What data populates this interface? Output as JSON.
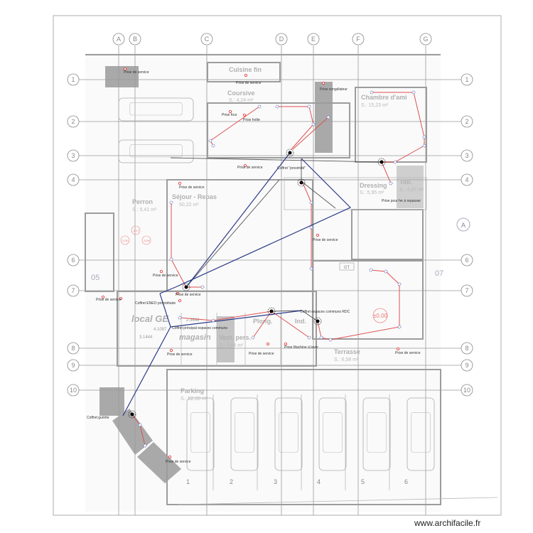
{
  "axes": {
    "columns": [
      "A",
      "B",
      "C",
      "D",
      "E",
      "F",
      "G"
    ],
    "rows": [
      "1",
      "2",
      "3",
      "4",
      "6",
      "7",
      "8",
      "9",
      "10"
    ],
    "side_markers": [
      "05",
      "07"
    ],
    "section_marker": "A"
  },
  "rooms": [
    {
      "name": "Cuisine fin",
      "area": ""
    },
    {
      "name": "Coursive",
      "area": "S.: 4,24 m²"
    },
    {
      "name": "Chambre d'ami",
      "area": "S.: 15,23 m²"
    },
    {
      "name": "Séjour - Repas",
      "area": "50,22 m²"
    },
    {
      "name": "Perron",
      "area": "S.: 9,41 m²"
    },
    {
      "name": "Dressing",
      "area": "S.: 5,95 m²"
    },
    {
      "name": "Toil.",
      "area": "S.: 4,07 m²"
    },
    {
      "name": "local GE",
      "area": ""
    },
    {
      "name": "magasin",
      "area": ""
    },
    {
      "name": "Vest. pers.",
      "area": "S.: 4,64 m²"
    },
    {
      "name": "Plong.",
      "area": ""
    },
    {
      "name": "Ind.",
      "area": ""
    },
    {
      "name": "Terrasse",
      "area": "S.: 6,58 m²"
    },
    {
      "name": "Parking",
      "area": "S.: 52,00 m²"
    }
  ],
  "levels": [
    "±0.00",
    "-0.30",
    "-0.17",
    "-0.08"
  ],
  "dimensions": [
    "4.1097",
    "3.1444",
    "2.3648"
  ],
  "parking_spots": [
    "1",
    "2",
    "3",
    "4",
    "5",
    "6"
  ],
  "equipment_tag": "GT",
  "annotations": {
    "prise_service": "Prise de service",
    "prise_four": "Prise four",
    "prise_hotte": "Prise hotte",
    "prise_congelateur": "Prise congélateur",
    "coffret_proximite": "Coffret \"proximité\"",
    "prise_fer": "Prise pour fer à repasser",
    "coffret_eneo": "Coffret ENEO propriétaire",
    "coffret_principal": "Coffret principal espaces communs",
    "coffret_rdc": "Coffret espaces communs RDC",
    "prise_machine": "Prise Machine à laver",
    "coffret_guerite": "Coffret guérite"
  },
  "colors": {
    "wiring_red": "#e05050",
    "wiring_blue": "#2a3a8a",
    "wall": "#9c9c9c",
    "dark_zone": "#a9a9a9"
  },
  "watermark": "www.archifacile.fr"
}
